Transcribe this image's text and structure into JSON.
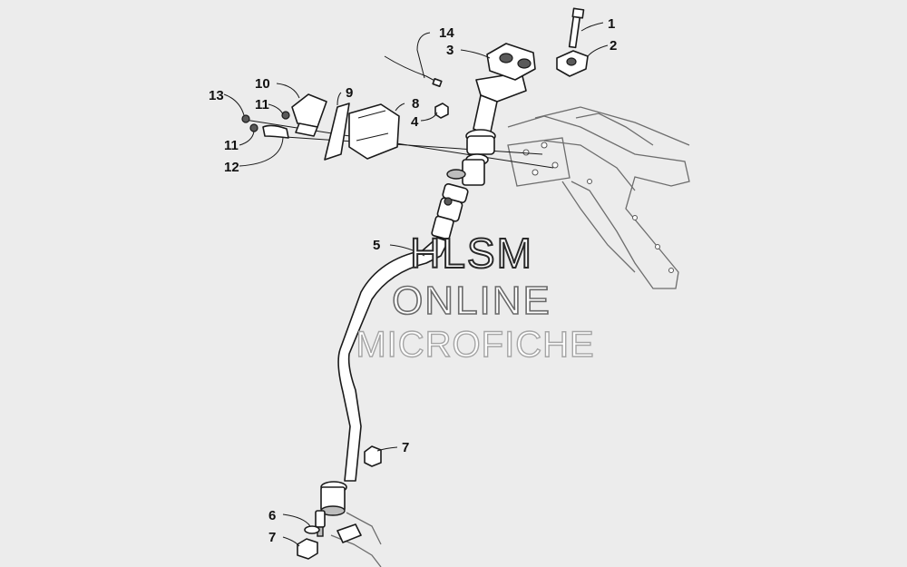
{
  "watermark": {
    "line1": "HLSM",
    "line2": "ONLINE",
    "line3": "MICROFICHE"
  },
  "callouts": [
    {
      "id": "callout-1",
      "label": "1"
    },
    {
      "id": "callout-2",
      "label": "2"
    },
    {
      "id": "callout-3",
      "label": "3"
    },
    {
      "id": "callout-4",
      "label": "4"
    },
    {
      "id": "callout-5",
      "label": "5"
    },
    {
      "id": "callout-6",
      "label": "6"
    },
    {
      "id": "callout-7-top",
      "label": "7"
    },
    {
      "id": "callout-7-bottom",
      "label": "7"
    },
    {
      "id": "callout-8",
      "label": "8"
    },
    {
      "id": "callout-9",
      "label": "9"
    },
    {
      "id": "callout-10",
      "label": "10"
    },
    {
      "id": "callout-11-top",
      "label": "11"
    },
    {
      "id": "callout-11-bottom",
      "label": "11"
    },
    {
      "id": "callout-12",
      "label": "12"
    },
    {
      "id": "callout-13",
      "label": "13"
    },
    {
      "id": "callout-14",
      "label": "14"
    }
  ],
  "colors": {
    "background": "#ececec",
    "line": "#1a1a1a",
    "frame": "#6d6d6d"
  }
}
